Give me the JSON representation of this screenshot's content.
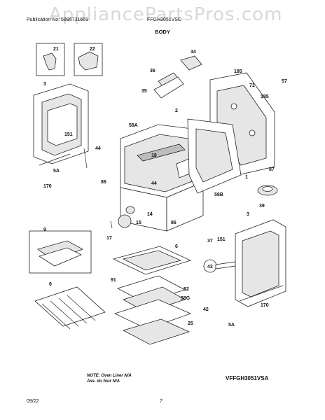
{
  "watermark": "AppliancePartsPros.com",
  "header": {
    "publication": "Publication No: 5995731669",
    "model": "FFGH3051VSC",
    "section": "BODY"
  },
  "callouts": [
    "21",
    "22",
    "34",
    "36",
    "185",
    "57",
    "71",
    "185",
    "3",
    "35",
    "2",
    "151",
    "58A",
    "44",
    "18",
    "1",
    "87",
    "5A",
    "170",
    "86",
    "44",
    "58B",
    "39",
    "14",
    "15",
    "86",
    "3",
    "9",
    "17",
    "6",
    "37",
    "151",
    "43",
    "6",
    "91",
    "82",
    "58G",
    "42",
    "25",
    "170",
    "5A"
  ],
  "note": {
    "line1": "NOTE: Oven Liner N/A",
    "line2": "Ass. du four N/A"
  },
  "diagram_code": "VFFGH3051VSA",
  "footer": {
    "date": "09/22",
    "page": "7"
  }
}
